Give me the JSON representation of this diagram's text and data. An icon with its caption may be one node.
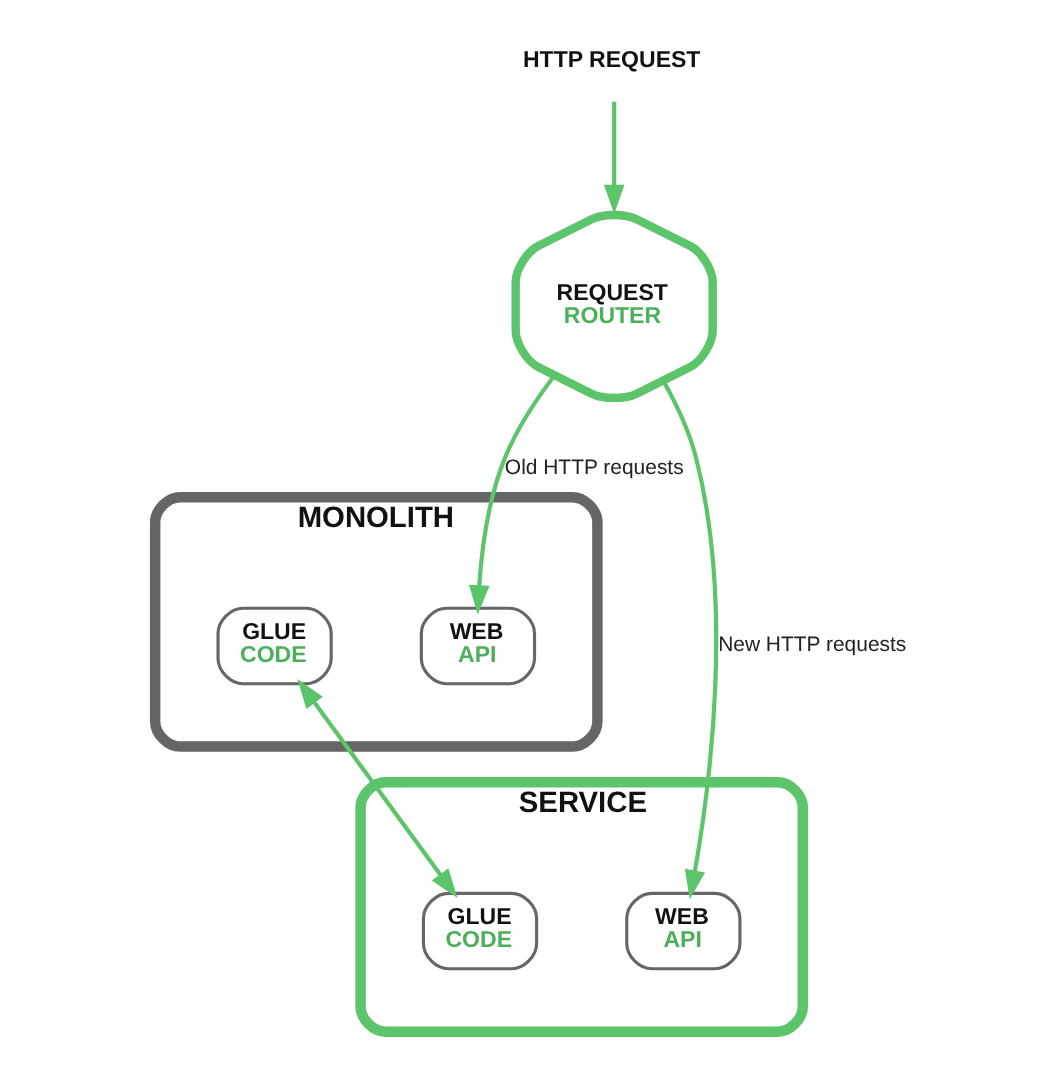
{
  "diagram": {
    "nodes": [
      {
        "text": [
          "HTTP REQUEST"
        ]
      },
      {
        "text": [
          "REQUEST",
          "ROUTER"
        ]
      },
      {
        "text": [
          "MONOLITH"
        ]
      },
      {
        "text": [
          "WEB",
          "API"
        ],
        "in": 2
      },
      {
        "text": [
          "GLUE",
          "CODE"
        ],
        "in": 2
      },
      {
        "text": [
          "SERVICE"
        ]
      },
      {
        "text": [
          "GLUE",
          "CODE"
        ],
        "in": 5
      },
      {
        "text": [
          "WEB",
          "API"
        ],
        "in": 5
      }
    ],
    "edges": [
      {
        "from": 0,
        "to": 1,
        "arrow": "to"
      },
      {
        "from": 1,
        "to": 3,
        "arrow": "to",
        "label": "Old HTTP requests"
      },
      {
        "from": 1,
        "to": 7,
        "arrow": "to",
        "label": "New HTTP requests"
      },
      {
        "from": 4,
        "to": 6,
        "arrow": "both"
      }
    ]
  }
}
